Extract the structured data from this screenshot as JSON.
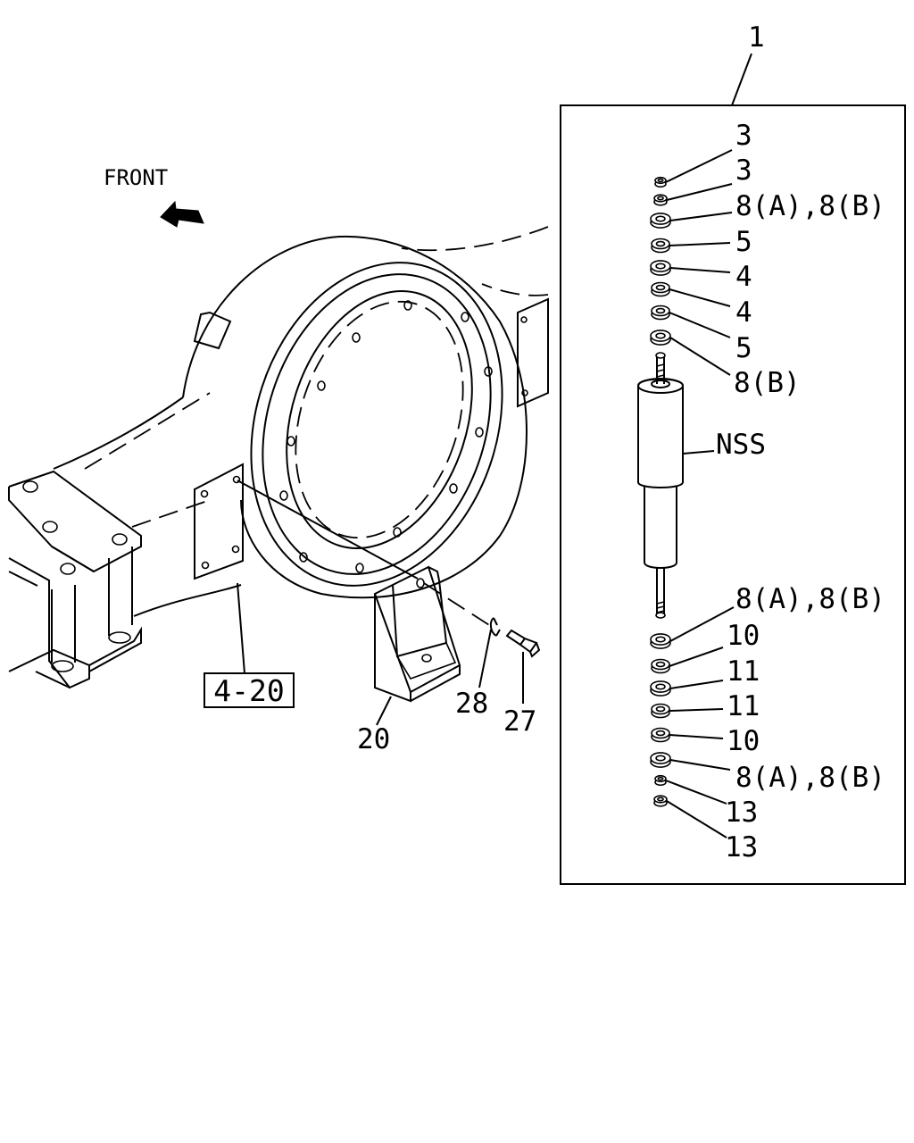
{
  "front_label": "FRONT",
  "assembly_callout": "1",
  "reference_box": "4-20",
  "callouts": {
    "bracket": "20",
    "bolt": "27",
    "lock_washer": "28"
  },
  "assembly_stack": [
    "3",
    "3",
    "8(A),8(B)",
    "5",
    "4",
    "4",
    "5",
    "8(B)",
    "NSS",
    "8(A),8(B)",
    "10",
    "11",
    "11",
    "10",
    "8(A),8(B)",
    "13",
    "13"
  ]
}
